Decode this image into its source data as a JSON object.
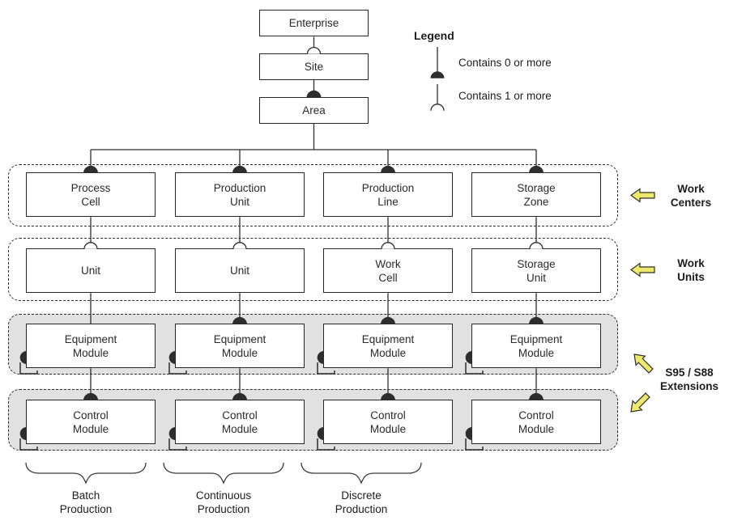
{
  "colors": {
    "accent_yellow": "#ede96b",
    "band_gray": "#e1e1e1",
    "line_dark": "#2e2e2e"
  },
  "legend": {
    "title": "Legend",
    "items": [
      {
        "symbol": "contains-zero-or-more-icon",
        "label": "Contains 0 or more"
      },
      {
        "symbol": "contains-one-or-more-icon",
        "label": "Contains 1 or more"
      }
    ]
  },
  "top_chain": [
    {
      "label": "Enterprise"
    },
    {
      "label": "Site",
      "connector": "contains-1-or-more"
    },
    {
      "label": "Area",
      "connector": "contains-0-or-more"
    }
  ],
  "rows": [
    {
      "name": "work-centers",
      "annotation": "Work\nCenters",
      "boxes": [
        "Process\nCell",
        "Production\nUnit",
        "Production\nLine",
        "Storage\nZone"
      ]
    },
    {
      "name": "work-units",
      "annotation": "Work\nUnits",
      "boxes": [
        "Unit",
        "Unit",
        "Work\nCell",
        "Storage\nUnit"
      ]
    },
    {
      "name": "equipment-modules",
      "boxes": [
        "Equipment\nModule",
        "Equipment\nModule",
        "Equipment\nModule",
        "Equipment\nModule"
      ]
    },
    {
      "name": "control-modules",
      "boxes": [
        "Control\nModule",
        "Control\nModule",
        "Control\nModule",
        "Control\nModule"
      ]
    }
  ],
  "extensions_annotation": "S95 / S88\nExtensions",
  "production_groups": [
    "Batch\nProduction",
    "Continuous\nProduction",
    "Discrete\nProduction"
  ]
}
